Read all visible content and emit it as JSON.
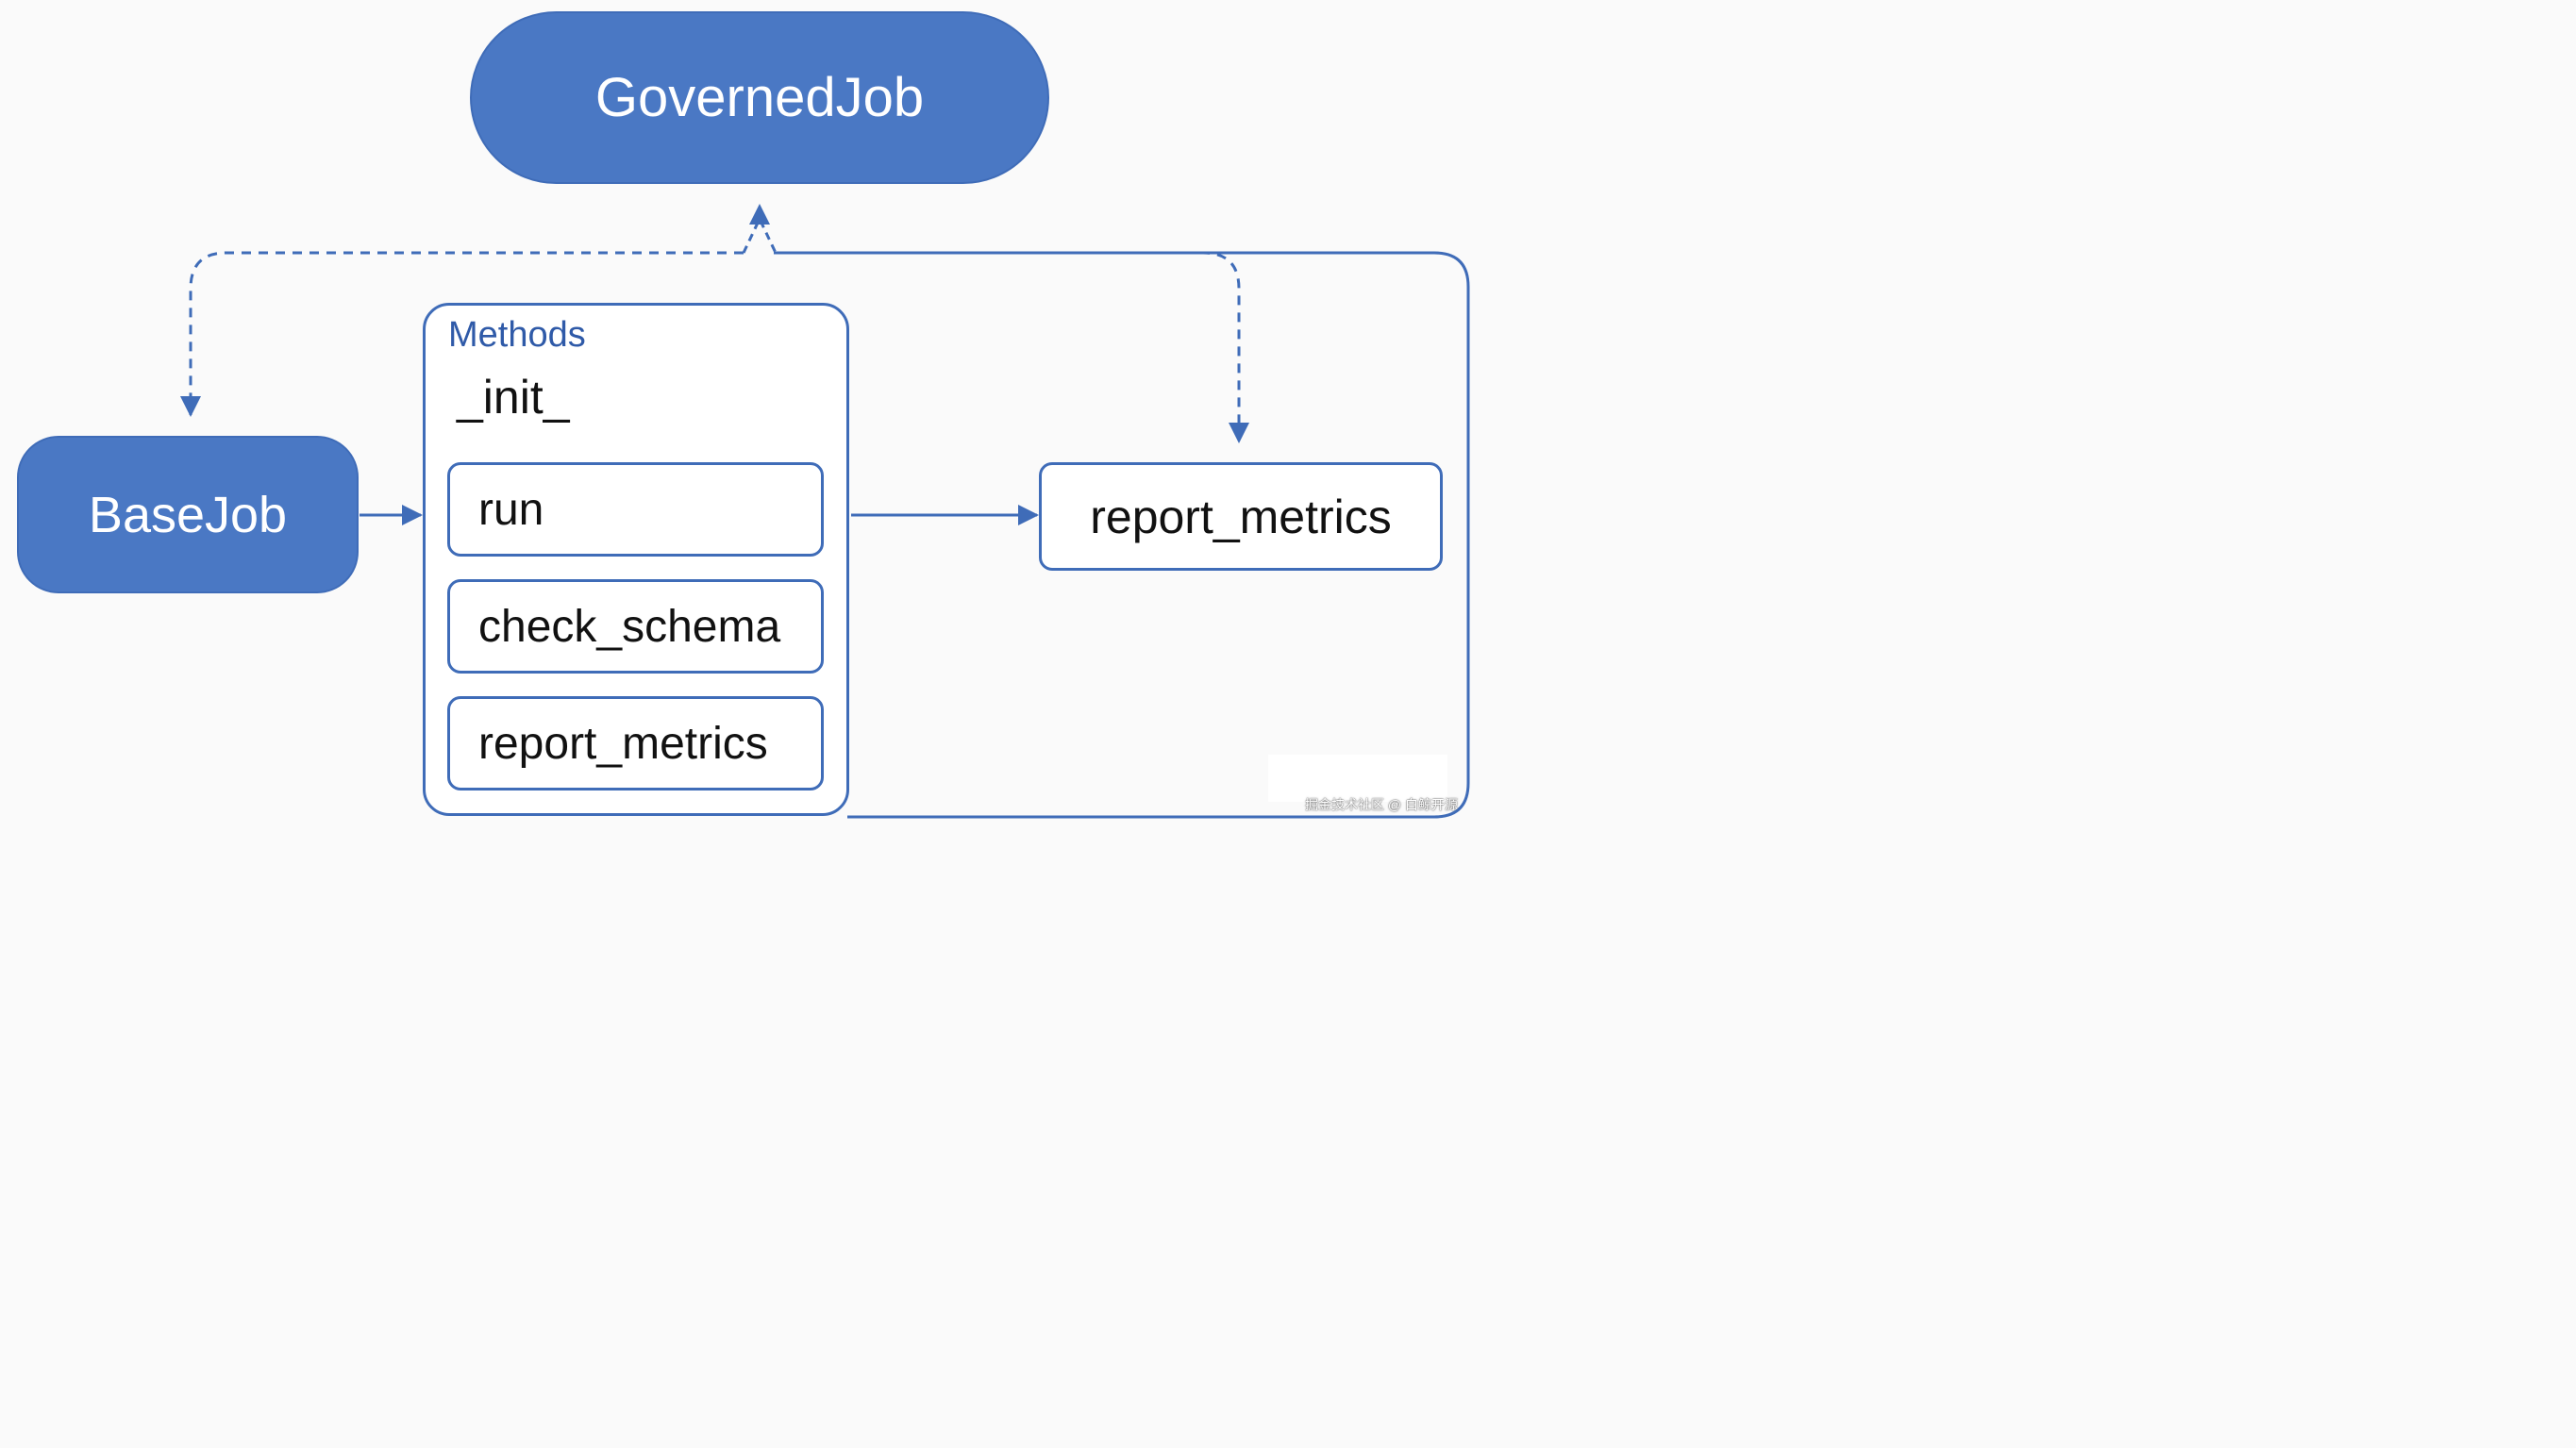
{
  "nodes": {
    "governed_job": "GovernedJob",
    "base_job": "BaseJob",
    "report_metrics_node": "report_metrics"
  },
  "methods": {
    "title": "Methods",
    "init": "_init_",
    "items": [
      "run",
      "check_schema",
      "report_metrics"
    ]
  },
  "watermark": "掘金技术社区 @ 白鲸开源",
  "colors": {
    "node_fill": "#4a78c4",
    "stroke": "#3f6cb8",
    "title_text": "#2f5aa8",
    "background": "#fafafa"
  }
}
